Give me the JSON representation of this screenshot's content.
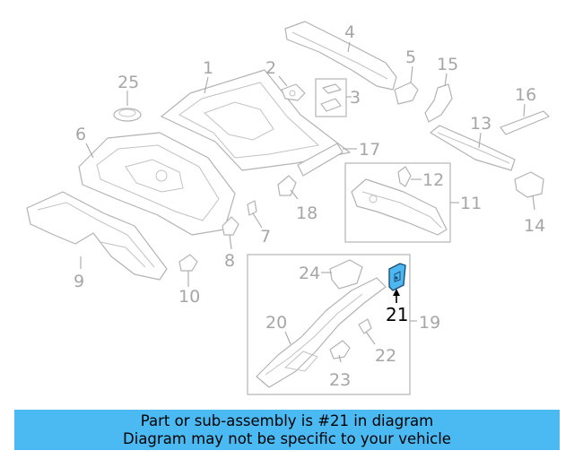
{
  "diagram": {
    "callouts": {
      "p1": "1",
      "p2": "2",
      "p3": "3",
      "p4": "4",
      "p5": "5",
      "p6": "6",
      "p7": "7",
      "p8": "8",
      "p9": "9",
      "p10": "10",
      "p11": "11",
      "p12": "12",
      "p13": "13",
      "p14": "14",
      "p15": "15",
      "p16": "16",
      "p17": "17",
      "p18": "18",
      "p19": "19",
      "p20": "20",
      "p21": "21",
      "p22": "22",
      "p23": "23",
      "p24": "24",
      "p25": "25"
    },
    "highlighted_part": "21",
    "highlight_color": "#4db8f0"
  },
  "banner": {
    "line1": "Part or sub-assembly is #21 in diagram",
    "line2": "Diagram may not be specific to your vehicle",
    "color": "#4bb9f2"
  }
}
